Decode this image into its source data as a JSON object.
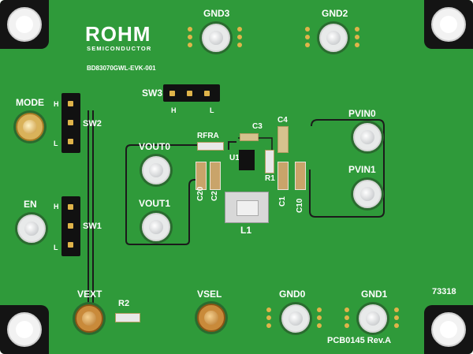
{
  "board": {
    "brand": "ROHM",
    "brand_sub": "SEMICONDUCTOR",
    "part_number": "BD83070GWL-EVK-001",
    "pcb_rev": "PCB0145 Rev.A",
    "serial": "73318",
    "colors": {
      "pcb": "#2f9a3a",
      "silk": "#ffffff",
      "trace": "#1b1b1b"
    }
  },
  "test_points": {
    "gnd3": "GND3",
    "gnd2": "GND2",
    "gnd0": "GND0",
    "gnd1": "GND1",
    "mode": "MODE",
    "en": "EN",
    "vout0": "VOUT0",
    "vout1": "VOUT1",
    "pvin0": "PVIN0",
    "pvin1": "PVIN1",
    "vext": "VEXT",
    "vsel": "VSEL"
  },
  "switches": {
    "sw1": {
      "name": "SW1",
      "high": "H",
      "low": "L"
    },
    "sw2": {
      "name": "SW2",
      "high": "H",
      "low": "L"
    },
    "sw3": {
      "name": "SW3",
      "high": "H",
      "low": "L"
    }
  },
  "components": {
    "rfra": "RFRA",
    "c3": "C3",
    "c4": "C4",
    "u1": "U1",
    "r1": "R1",
    "c20": "C20",
    "c2": "C2",
    "c1": "C1",
    "c10": "C10",
    "l1": "L1",
    "r2": "R2"
  }
}
